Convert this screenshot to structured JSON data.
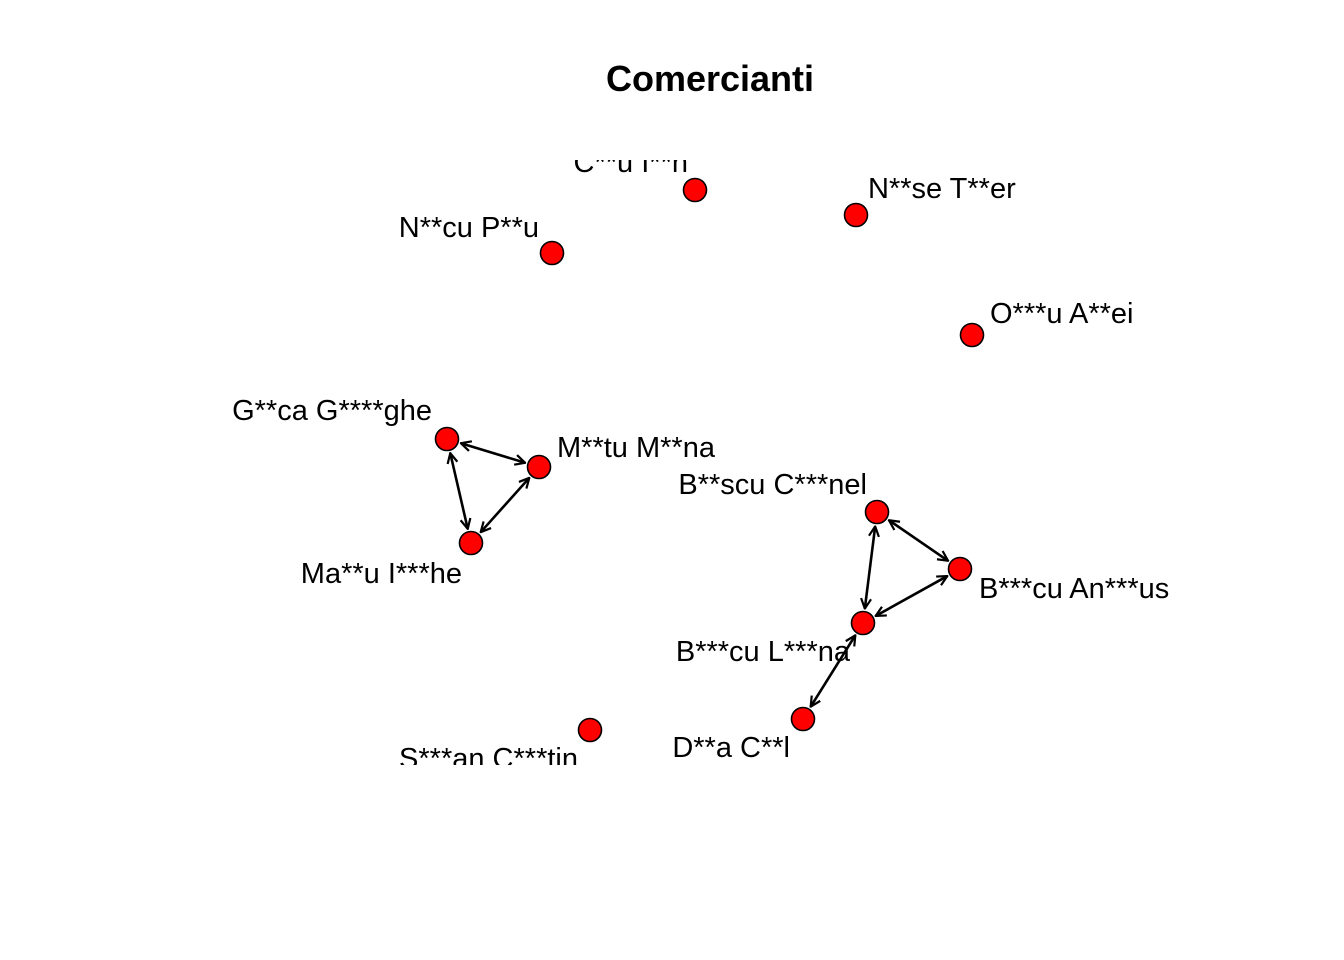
{
  "title": "Comercianti",
  "node_color": "#ff0000",
  "edge_color": "#000000",
  "nodes": [
    {
      "id": "n1",
      "label": "C**u I**n"
    },
    {
      "id": "n2",
      "label": "N**se T**er"
    },
    {
      "id": "n3",
      "label": "N**cu P**u"
    },
    {
      "id": "n4",
      "label": "O***u A**ei"
    },
    {
      "id": "n5",
      "label": "G**ca G****ghe"
    },
    {
      "id": "n6",
      "label": "M**tu M**na"
    },
    {
      "id": "n7",
      "label": "Ma**u I***he"
    },
    {
      "id": "n8",
      "label": "B**scu C***nel"
    },
    {
      "id": "n9",
      "label": "B***cu An***us"
    },
    {
      "id": "n10",
      "label": "B***cu L***na"
    },
    {
      "id": "n11",
      "label": "D**a C**l"
    },
    {
      "id": "n12",
      "label": "S***an C***tin"
    }
  ],
  "edges": [
    {
      "from": "n5",
      "to": "n6",
      "directed": "both"
    },
    {
      "from": "n5",
      "to": "n7",
      "directed": "both"
    },
    {
      "from": "n6",
      "to": "n7",
      "directed": "both"
    },
    {
      "from": "n8",
      "to": "n9",
      "directed": "both"
    },
    {
      "from": "n8",
      "to": "n10",
      "directed": "both"
    },
    {
      "from": "n9",
      "to": "n10",
      "directed": "both"
    },
    {
      "from": "n10",
      "to": "n11",
      "directed": "both"
    }
  ]
}
